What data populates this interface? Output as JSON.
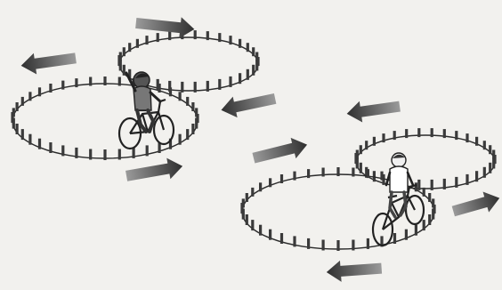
{
  "figure": {
    "description_text": "",
    "colors": {
      "paper": "#f2f1ee",
      "ink": "#2b2b2b",
      "cone": "#3a3a3a",
      "arrow_light": "#8a8a8a",
      "arrow_dark": "#2f2f2f",
      "bike": "#222222"
    },
    "groups": [
      {
        "name": "left-figure-eight",
        "cyclist": "helmeted-rider",
        "arrows": 4
      },
      {
        "name": "right-figure-eight",
        "cyclist": "rider",
        "arrows": 4
      }
    ],
    "icons": [
      "bicycle-icon",
      "rider-icon",
      "arrow-icon",
      "cone-icon"
    ]
  }
}
